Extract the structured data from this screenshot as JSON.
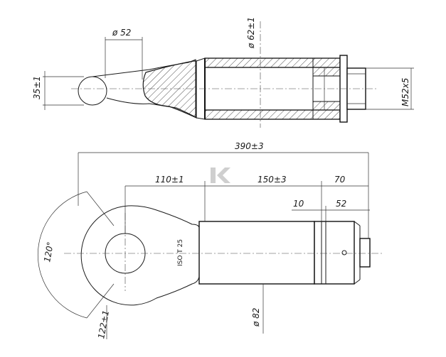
{
  "top_view": {
    "dia_eye_label": "ø 52",
    "dia_body_label": "ø 62±1",
    "thickness_label": "35±1",
    "thread_label": "M52x5"
  },
  "bottom_view": {
    "overall_length_label": "390±3",
    "seg1_label": "110±1",
    "seg2_label": "150±3",
    "seg3_label": "70",
    "groove_label": "10",
    "tip_label": "52",
    "angle_label": "120°",
    "radius_label": "122±1",
    "iso_label": "ISO T 25",
    "dia82_label": "ø 82"
  },
  "colors": {
    "line": "#1a1a1a",
    "watermark": "#cfcfcf"
  },
  "icons": {
    "watermark": "logo-watermark-icon"
  }
}
